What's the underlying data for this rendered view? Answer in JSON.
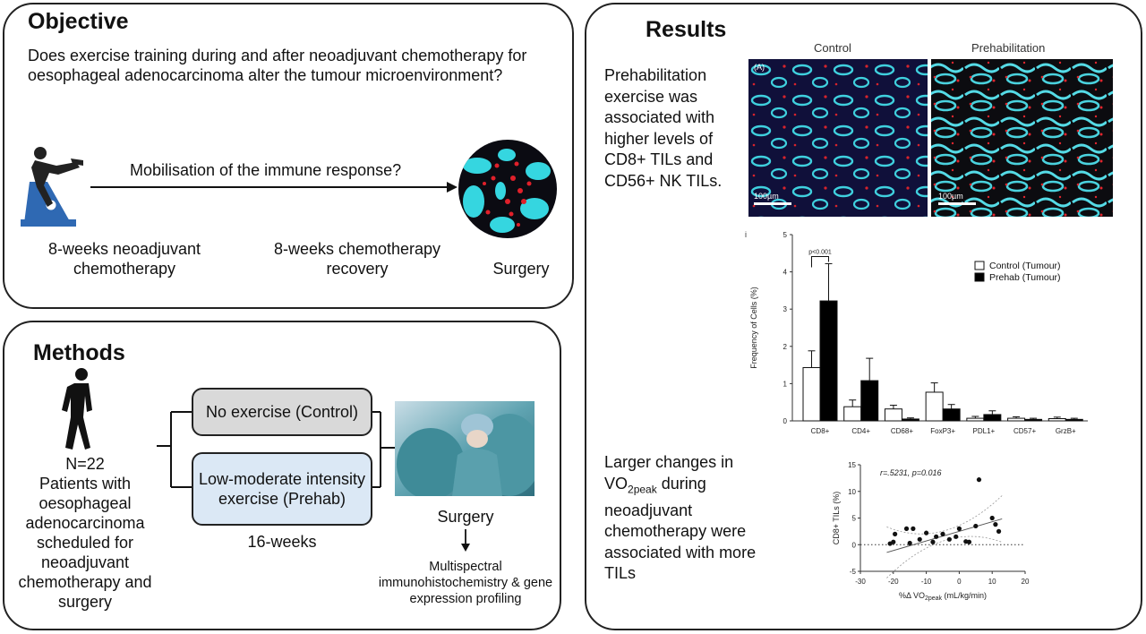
{
  "objective": {
    "title": "Objective",
    "question": "Does exercise training during and after neoadjuvant chemotherapy for oesophageal adenocarcinoma alter the tumour microenvironment?",
    "arrow_label": "Mobilisation of the immune response?",
    "stage1": "8-weeks neoadjuvant chemotherapy",
    "stage2": "8-weeks chemotherapy recovery",
    "stage3": "Surgery"
  },
  "methods": {
    "title": "Methods",
    "n": "N=22",
    "patients": "Patients with oesophageal adenocarcinoma scheduled for neoadjuvant chemotherapy and surgery",
    "control_box": "No exercise (Control)",
    "prehab_box": "Low-moderate intensity exercise (Prehab)",
    "duration": "16-weeks",
    "surgery": "Surgery",
    "analysis": "Multispectral immunohistochemistry & gene expression profiling",
    "colors": {
      "control_fill": "#d9d9d9",
      "prehab_fill": "#dbe8f5"
    }
  },
  "results": {
    "title": "Results",
    "finding1": "Prehabilitation exercise was associated with higher levels of CD8+ TILs and CD56+ NK TILs.",
    "finding2_prefix": "Larger changes in VO",
    "finding2_sub": "2peak",
    "finding2_suffix": " during neoadjuvant chemotherapy were associated with more TILs",
    "img_label_control": "Control",
    "img_label_prehab": "Prehabilitation",
    "panel_tag": "(A)",
    "scale_bar": "100µm"
  },
  "chart_data": [
    {
      "type": "bar",
      "categories": [
        "CD8+",
        "CD4+",
        "CD68+",
        "FoxP3+",
        "PDL1+",
        "CD57+",
        "GrzB+"
      ],
      "series": [
        {
          "name": "Control (Tumour)",
          "values": [
            1.43,
            0.38,
            0.32,
            0.77,
            0.07,
            0.07,
            0.06
          ],
          "errors": [
            0.45,
            0.18,
            0.1,
            0.25,
            0.05,
            0.04,
            0.04
          ],
          "color": "#ffffff"
        },
        {
          "name": "Prehab (Tumour)",
          "values": [
            3.22,
            1.08,
            0.05,
            0.32,
            0.17,
            0.04,
            0.04
          ],
          "errors": [
            1.0,
            0.6,
            0.03,
            0.12,
            0.1,
            0.03,
            0.03
          ],
          "color": "#000000"
        }
      ],
      "ylabel": "Frequency of Cells (%)",
      "ylim": [
        0,
        5
      ],
      "yticks": [
        0,
        1,
        2,
        3,
        4,
        5
      ],
      "annotation": "p<0.001",
      "legend_position": "top-right",
      "corner_mark": "i"
    },
    {
      "type": "scatter",
      "annotation_r": "r=.5231, ",
      "annotation_p": "p=0.016",
      "xlabel_prefix": "%Δ VO",
      "xlabel_sub": "2peak",
      "xlabel_suffix": " (mL/kg/min)",
      "ylabel": "CD8+ TILs (%)",
      "xlim": [
        -30,
        20
      ],
      "ylim": [
        -5,
        15
      ],
      "xticks": [
        -30,
        -20,
        -10,
        0,
        10,
        20
      ],
      "yticks": [
        -5,
        0,
        5,
        10,
        15
      ],
      "points": [
        [
          -21,
          0.2
        ],
        [
          -20,
          0.5
        ],
        [
          -19.5,
          2.0
        ],
        [
          -16,
          3.0
        ],
        [
          -15,
          0.3
        ],
        [
          -14,
          3.0
        ],
        [
          -12,
          1.0
        ],
        [
          -10,
          2.2
        ],
        [
          -8,
          0.5
        ],
        [
          -7,
          1.5
        ],
        [
          -5,
          2.0
        ],
        [
          -3,
          1.0
        ],
        [
          -1,
          1.5
        ],
        [
          0,
          3.0
        ],
        [
          2,
          0.6
        ],
        [
          3,
          0.5
        ],
        [
          5,
          3.5
        ],
        [
          6,
          12.2
        ],
        [
          10,
          5.0
        ],
        [
          11,
          3.8
        ],
        [
          12,
          2.5
        ]
      ],
      "regression": {
        "intercept": 2.5,
        "slope": 0.18
      }
    }
  ]
}
